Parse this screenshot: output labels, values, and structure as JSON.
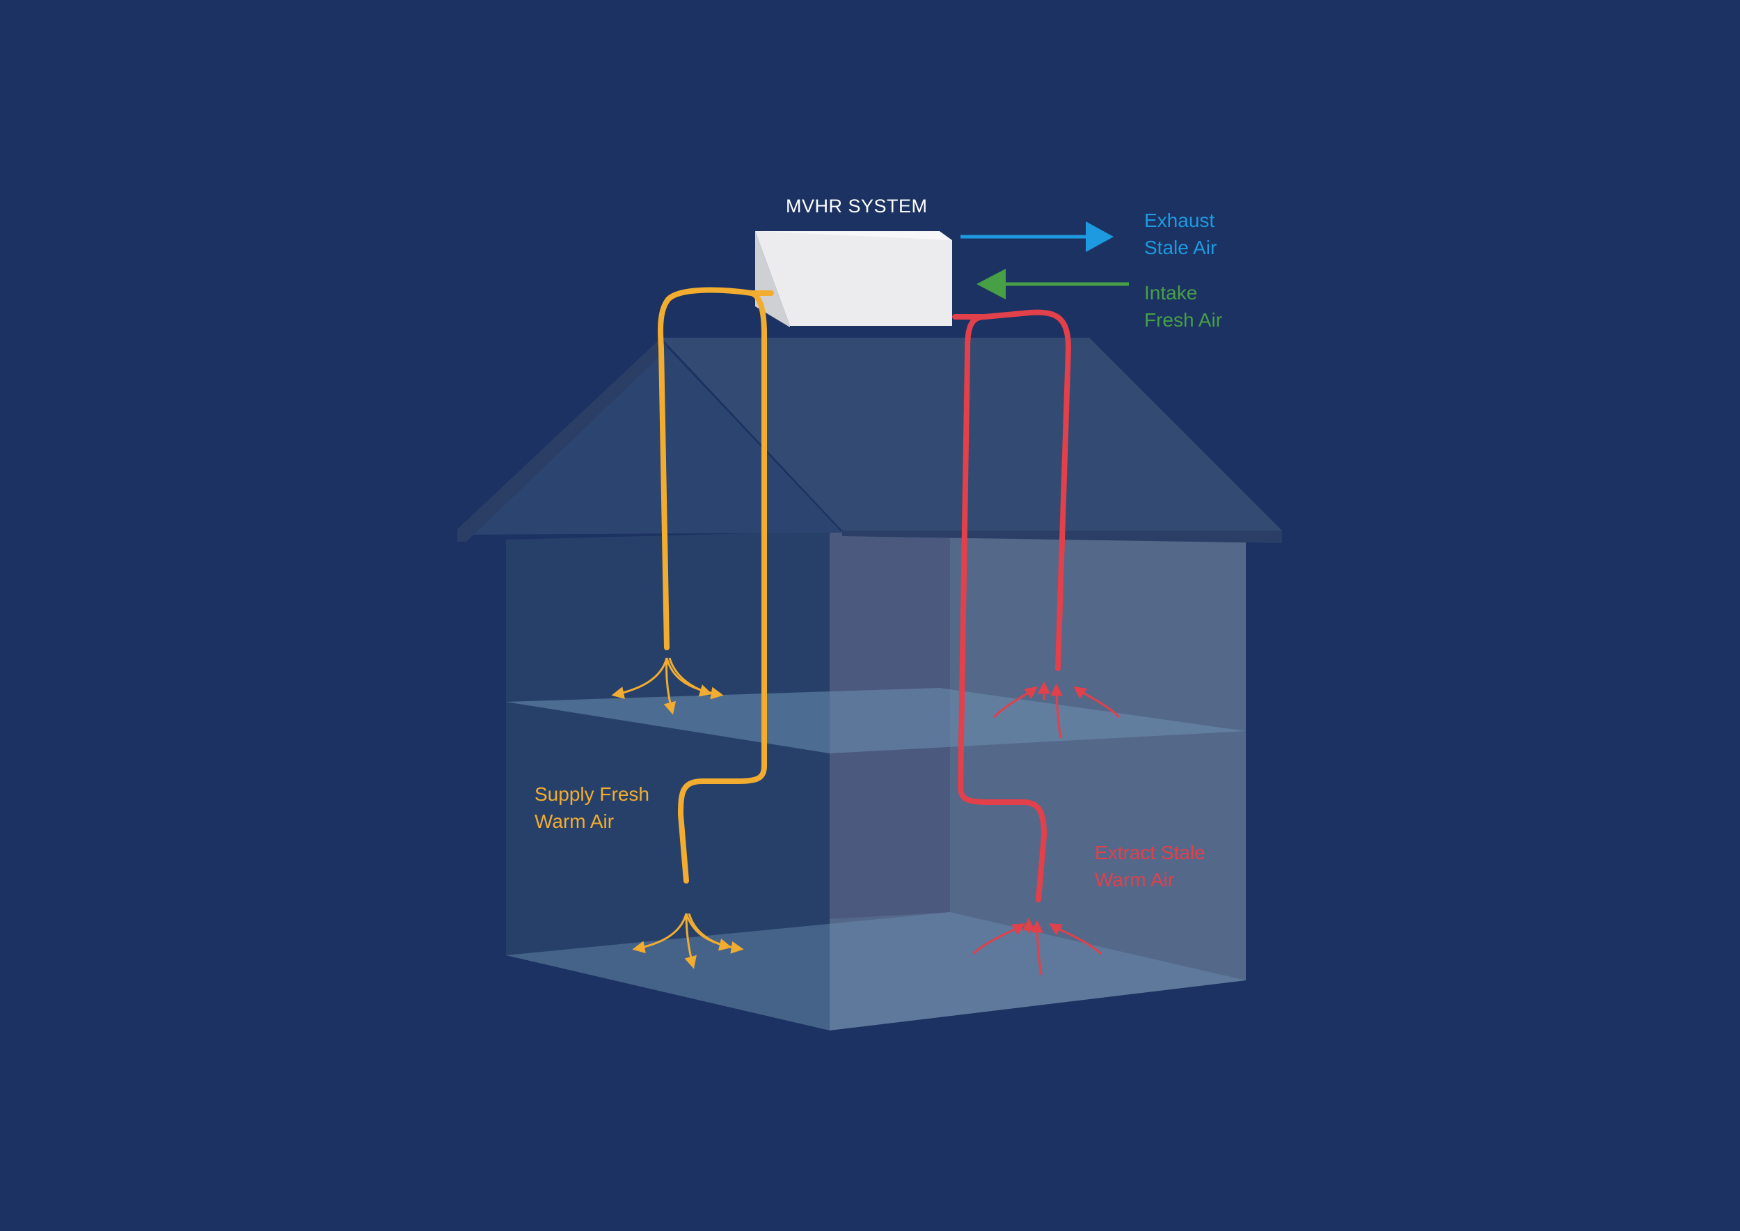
{
  "labels": {
    "system": "MVHR SYSTEM",
    "exhaust": [
      "Exhaust",
      "Stale Air"
    ],
    "intake": [
      "Intake",
      "Fresh Air"
    ],
    "supply": [
      "Supply Fresh",
      "Warm Air"
    ],
    "extract": [
      "Extract Stale",
      "Warm Air"
    ]
  },
  "colors": {
    "background": "#1c3262",
    "supply": "#f2ad30",
    "extract": "#e2404a",
    "exhaust": "#1e9ae0",
    "intake": "#47a046",
    "unit": "#ececee"
  }
}
